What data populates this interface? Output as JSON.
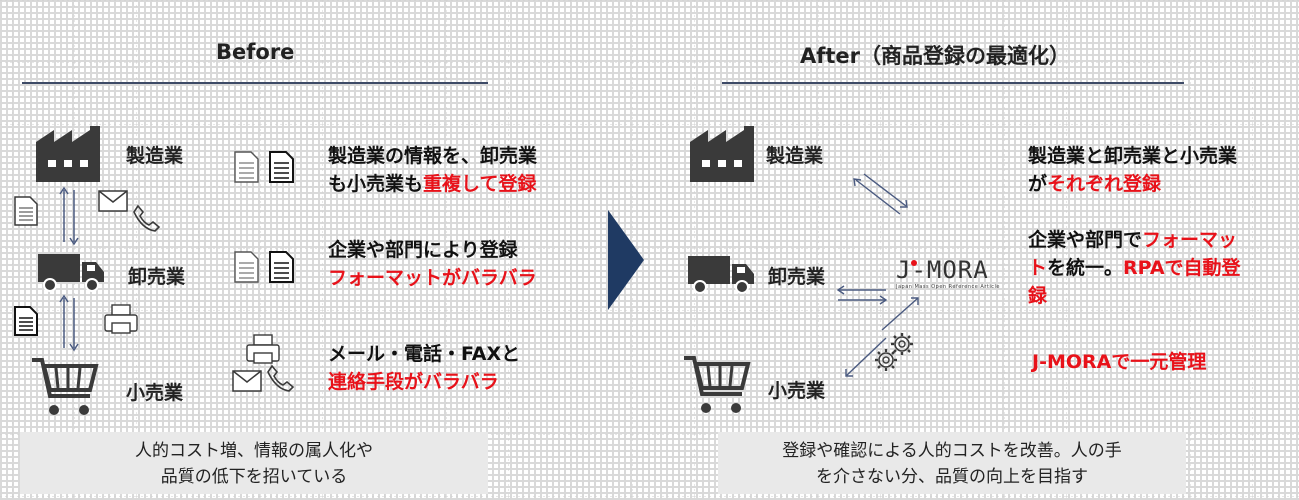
{
  "before": {
    "title": "Before",
    "nodes": {
      "manufacturer": "製造業",
      "wholesaler": "卸売業",
      "retailer": "小売業"
    },
    "desc1": {
      "line1": "製造業の情報を、卸売業",
      "line2_plain": "も小売業も",
      "line2_red": "重複して登録"
    },
    "desc2": {
      "line1": "企業や部門により登録",
      "line2_red": "フォーマットがバラバラ"
    },
    "desc3": {
      "line1": "メール・電話・FAXと",
      "line2_red": "連絡手段がバラバラ"
    },
    "summary": {
      "line1": "人的コスト増、情報の属人化や",
      "line2": "品質の低下を招いている"
    }
  },
  "after": {
    "title": "After（商品登録の最適化）",
    "nodes": {
      "manufacturer": "製造業",
      "wholesaler": "卸売業",
      "retailer": "小売業"
    },
    "logo": {
      "mark": "J-MORA",
      "tagline": "Japan Mass Open Reference Article"
    },
    "desc1": {
      "line1_a": "製造業と卸売業と小売業",
      "line2_a": "が",
      "line2_red": "それぞれ登録"
    },
    "desc2": {
      "line1_plain": "企業や部門で",
      "line1_red": "フォーマッ",
      "line2_red_a": "ト",
      "line2_plain": "を統一。",
      "line2_red_b": "RPAで自動登",
      "line3_red": "録"
    },
    "desc3": {
      "line1_red": "J-MORAで一元管理"
    },
    "summary": {
      "line1": "登録や確認による人的コストを改善。人の手",
      "line2": "を介さない分、品質の向上を目指す"
    }
  },
  "colors": {
    "rule": "#3d4a66",
    "arrow": "#1f3a63",
    "icon": "#3a3a3a",
    "red": "#e8121a",
    "summary_bg": "#e9e9e9",
    "line": "#4a5a80"
  },
  "icons": [
    "factory-icon",
    "truck-icon",
    "cart-icon",
    "document-icon",
    "envelope-icon",
    "phone-icon",
    "fax-icon",
    "gear-icon"
  ]
}
